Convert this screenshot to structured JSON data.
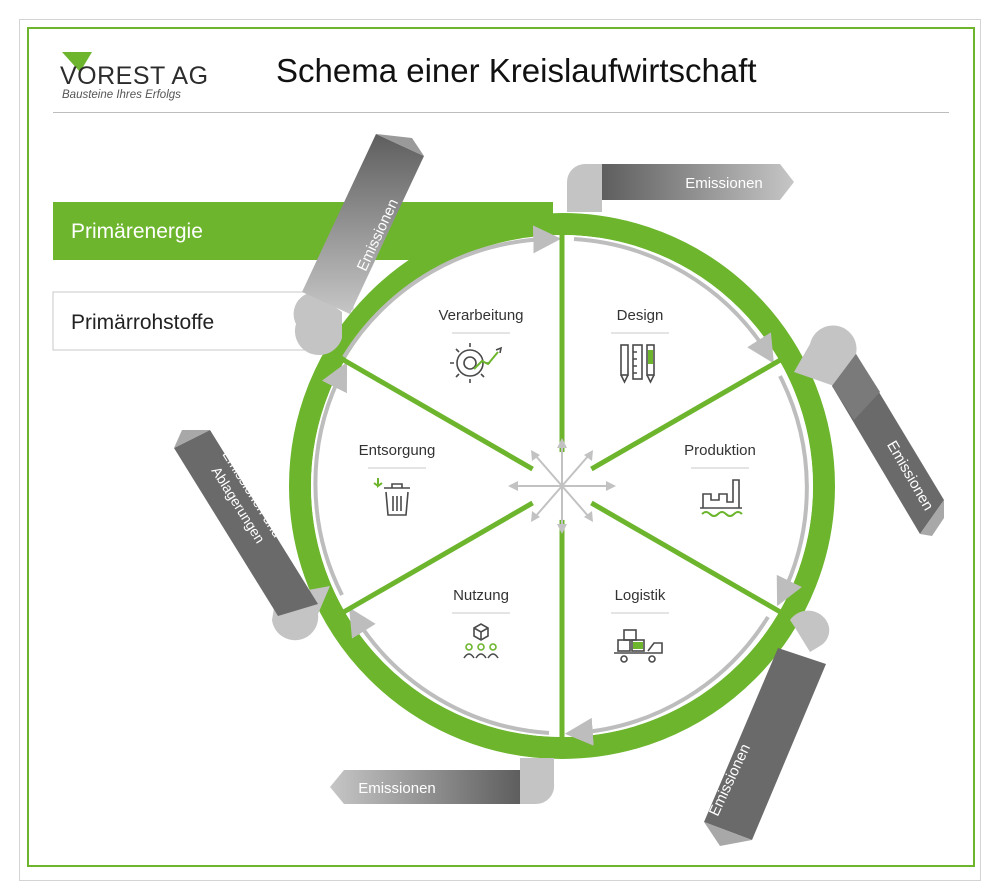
{
  "header": {
    "logo_name": "VOREST AG",
    "logo_tagline": "Bausteine Ihres Erfolgs",
    "title": "Schema einer Kreislaufwirtschaft"
  },
  "inputs": {
    "primary_energy": "Primärenergie",
    "primary_raw_materials": "Primärrohstoffe"
  },
  "segments": [
    {
      "label": "Verarbeitung",
      "icon": "gear-gauge-icon"
    },
    {
      "label": "Design",
      "icon": "pencil-ruler-icon"
    },
    {
      "label": "Produktion",
      "icon": "factory-icon"
    },
    {
      "label": "Logistik",
      "icon": "truck-icon"
    },
    {
      "label": "Nutzung",
      "icon": "people-box-icon"
    },
    {
      "label": "Entsorgung",
      "icon": "trash-can-icon"
    }
  ],
  "outputs": {
    "emissions_top_left": "Emissionen",
    "emissions_top_right": "Emissionen",
    "emissions_right": "Emissionen",
    "emissions_bottom_right": "Emissionen",
    "emissions_bottom": "Emissionen",
    "emissions_and_landfill_line1": "Emissionen und",
    "emissions_and_landfill_line2": "Ablagerungen"
  },
  "colors": {
    "green": "#6cb52d",
    "grey_dark": "#6b6b6b",
    "grey_light": "#c4c4c4",
    "arrow_grey": "#bdbdbd"
  }
}
